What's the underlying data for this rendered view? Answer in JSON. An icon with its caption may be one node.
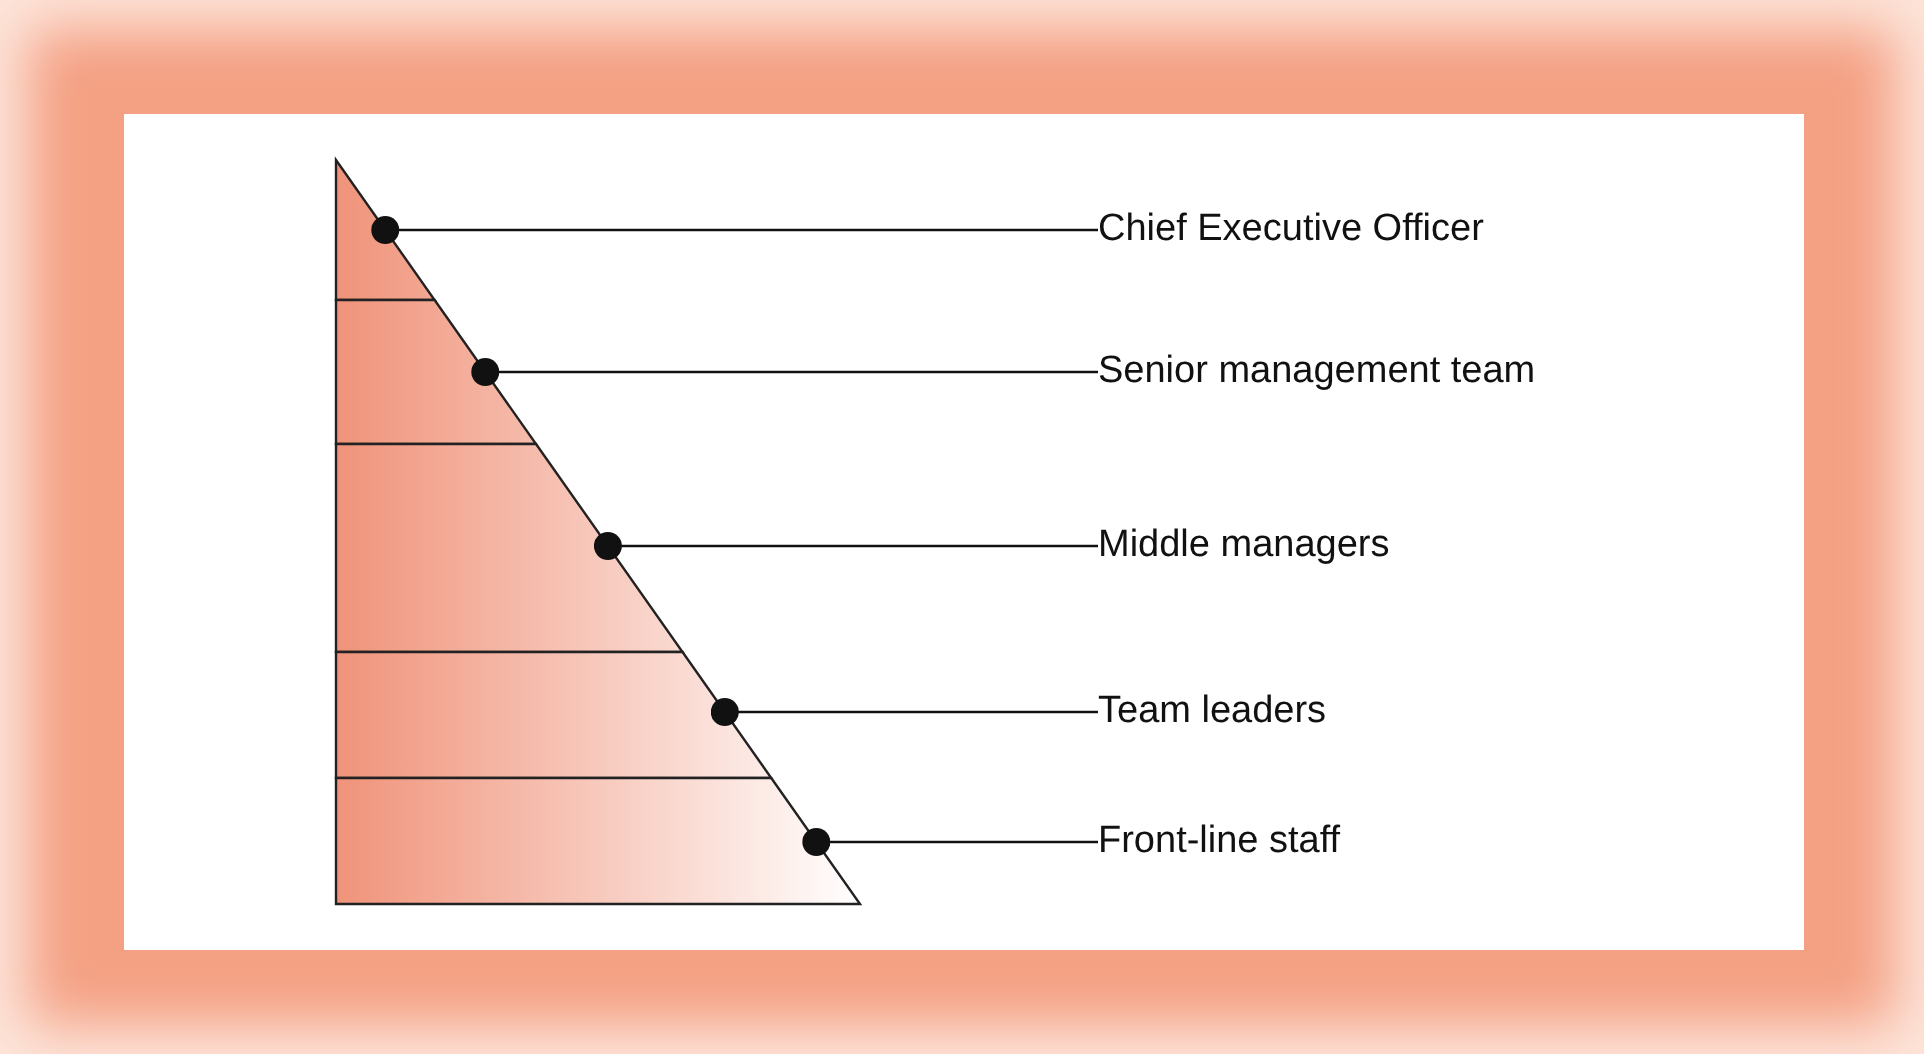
{
  "diagram": {
    "nodes": [
      {
        "text": [],
        "shape": "triangle"
      },
      {
        "text": [],
        "shape": "trapezoid"
      },
      {
        "text": [],
        "shape": "trapezoid"
      },
      {
        "text": [],
        "shape": "trapezoid"
      },
      {
        "text": [],
        "shape": "trapezoid"
      },
      {
        "text": [
          "Chief Executive Officer"
        ]
      },
      {
        "text": [
          "Senior management team"
        ]
      },
      {
        "text": [
          "Middle managers"
        ]
      },
      {
        "text": [
          "Team leaders"
        ]
      },
      {
        "text": [
          "Front-line staff"
        ]
      }
    ],
    "edges": [
      {
        "from": 5,
        "to": 0,
        "arrow": "other"
      },
      {
        "from": 6,
        "to": 1,
        "arrow": "other"
      },
      {
        "from": 7,
        "to": 2,
        "arrow": "other"
      },
      {
        "from": 8,
        "to": 3,
        "arrow": "other"
      },
      {
        "from": 9,
        "to": 4,
        "arrow": "other"
      }
    ]
  }
}
